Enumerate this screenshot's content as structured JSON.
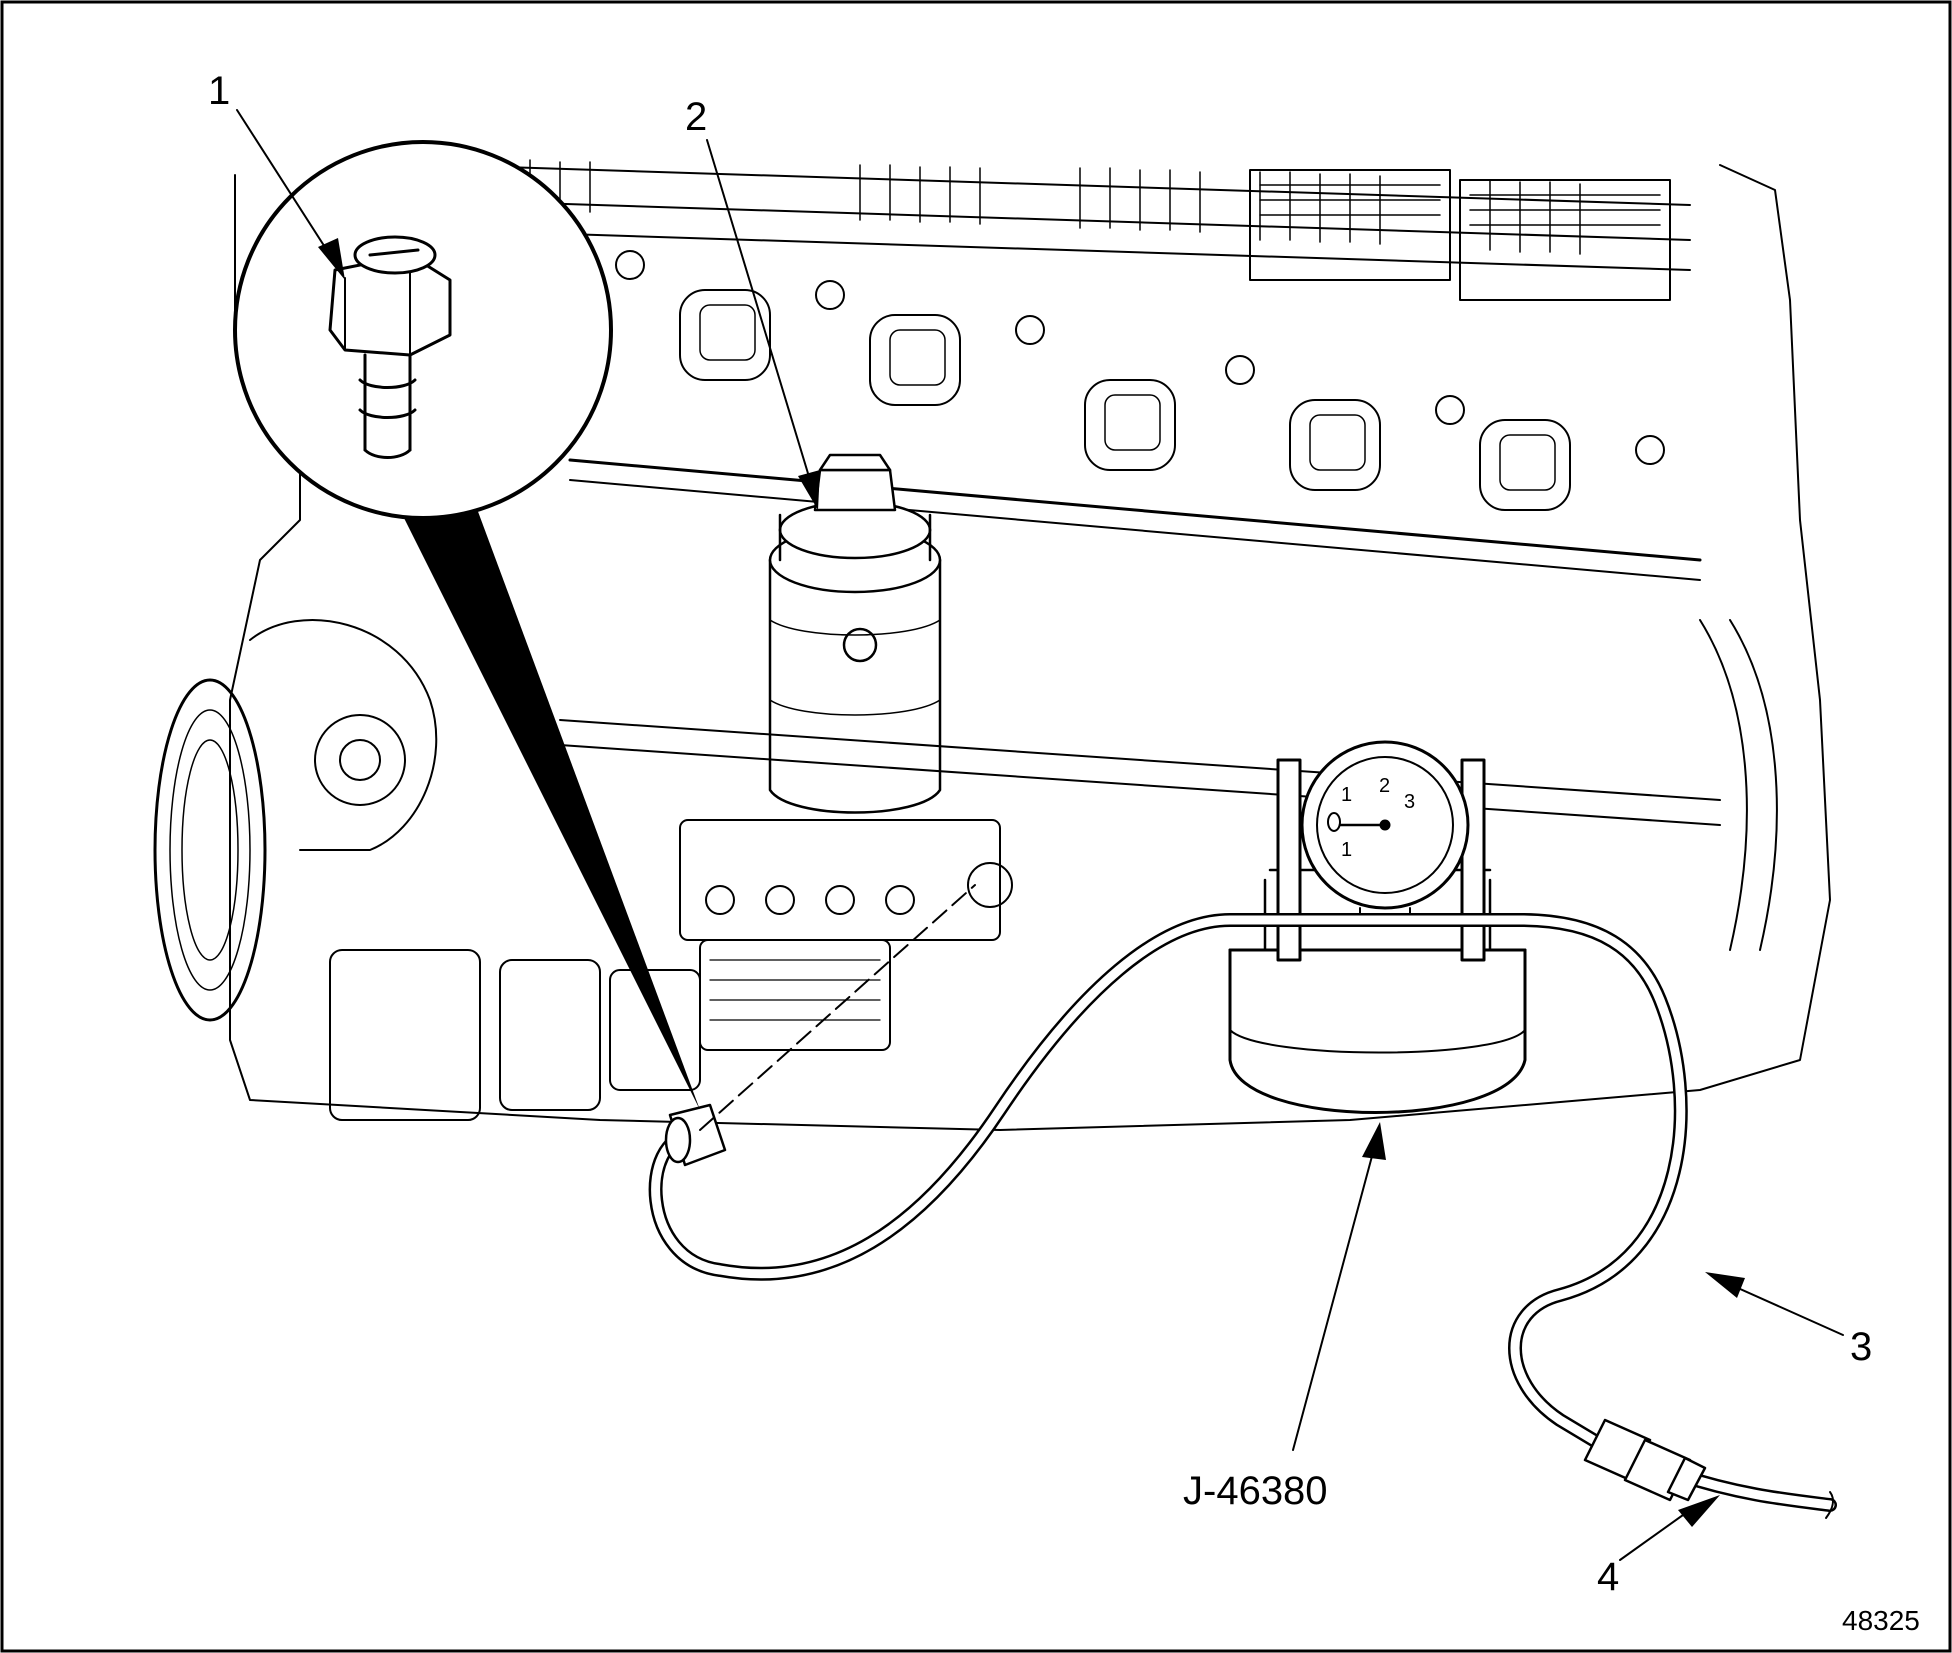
{
  "callouts": {
    "c1": "1",
    "c2": "2",
    "c3": "3",
    "c4": "4",
    "tool": "J-46380"
  },
  "figure_number": "48325",
  "gauge": {
    "tick_1_upper": "1",
    "tick_2": "2",
    "tick_3": "3",
    "tick_1_lower": "1"
  }
}
